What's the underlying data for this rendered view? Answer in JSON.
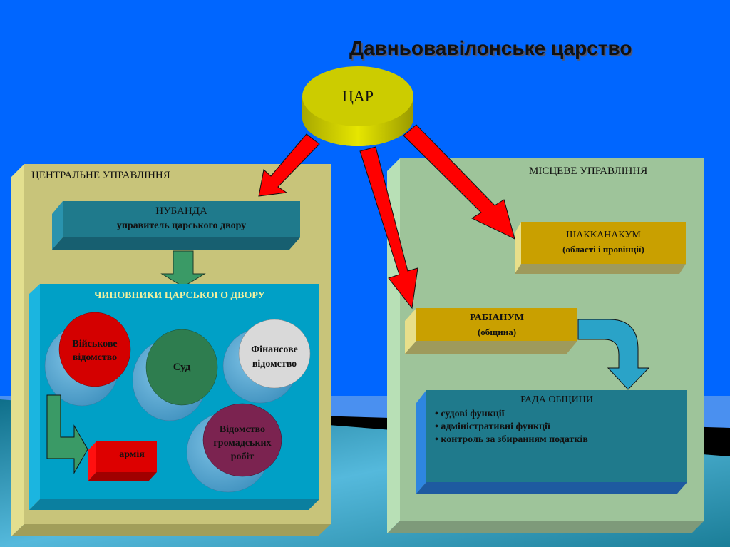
{
  "title": "Давньовавілонське царство",
  "king": {
    "label": "ЦАР"
  },
  "central": {
    "title": "ЦЕНТРАЛЬНЕ УПРАВЛІННЯ",
    "nubanda": {
      "name": "НУБАНДА",
      "description": "управитель царського двору"
    },
    "officials": {
      "title": "ЧИНОВНИКИ ЦАРСЬКОГО ДВОРУ",
      "departments": [
        {
          "line1": "Військове",
          "line2": "відомство",
          "color": "#d40000"
        },
        {
          "line1": "Суд",
          "line2": "",
          "color": "#2e7d4f"
        },
        {
          "line1": "Фінансове",
          "line2": "відомство",
          "color": "#d9d9d9"
        },
        {
          "line1": "Відомство",
          "line2": "громадських",
          "line3": "робіт",
          "color": "#7b2350"
        }
      ],
      "army": {
        "label": "армія"
      }
    }
  },
  "local": {
    "title": "МІСЦЕВЕ УПРАВЛІННЯ",
    "shakkanakum": {
      "name": "ШАККАНАКУМ",
      "description": "(області і провінції)"
    },
    "rabianum": {
      "name": "РАБІАНУМ",
      "description": "(община)"
    },
    "council": {
      "title": "РАДА ОБЩИНИ",
      "functions": [
        "• судові функції",
        "•  адміністративні функції",
        "•  контроль за збиранням податків"
      ]
    }
  },
  "colors": {
    "background": "#0066ff",
    "central_panel": "#c8c47a",
    "local_panel": "#9ec49a",
    "officials_panel": "#00a0c6",
    "nubanda_box": "#1f7a8c",
    "gold_box": "#c9a000",
    "arrow_red": "#ff0000",
    "arrow_green": "#3a9a66",
    "arrow_blue": "#2aa3c8",
    "king_disc": "#cccc00"
  }
}
